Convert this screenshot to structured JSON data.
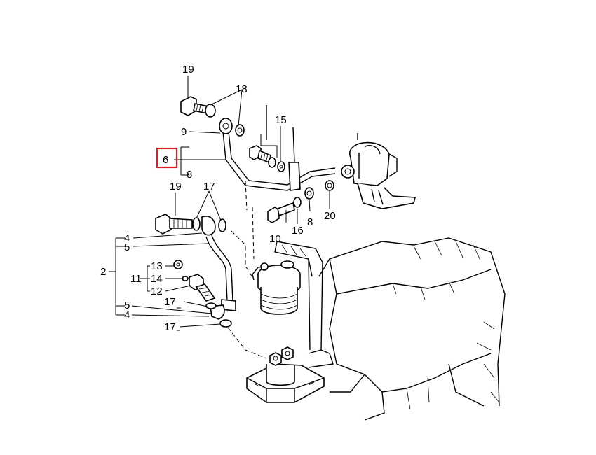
{
  "callouts": {
    "c19a": "19",
    "c18": "18",
    "c15": "15",
    "c9": "9",
    "c6": "6",
    "c8a": "8",
    "c19b": "19",
    "c17a": "17",
    "c10": "10",
    "c16": "16",
    "c8b": "8",
    "c20": "20",
    "c4a": "4",
    "c5a": "5",
    "c2": "2",
    "c13": "13",
    "c11": "11",
    "c14": "14",
    "c12": "12",
    "c5b": "5",
    "c17b": "17",
    "c4b": "4",
    "c17c": "17"
  },
  "highlight_color": "#d8212c"
}
